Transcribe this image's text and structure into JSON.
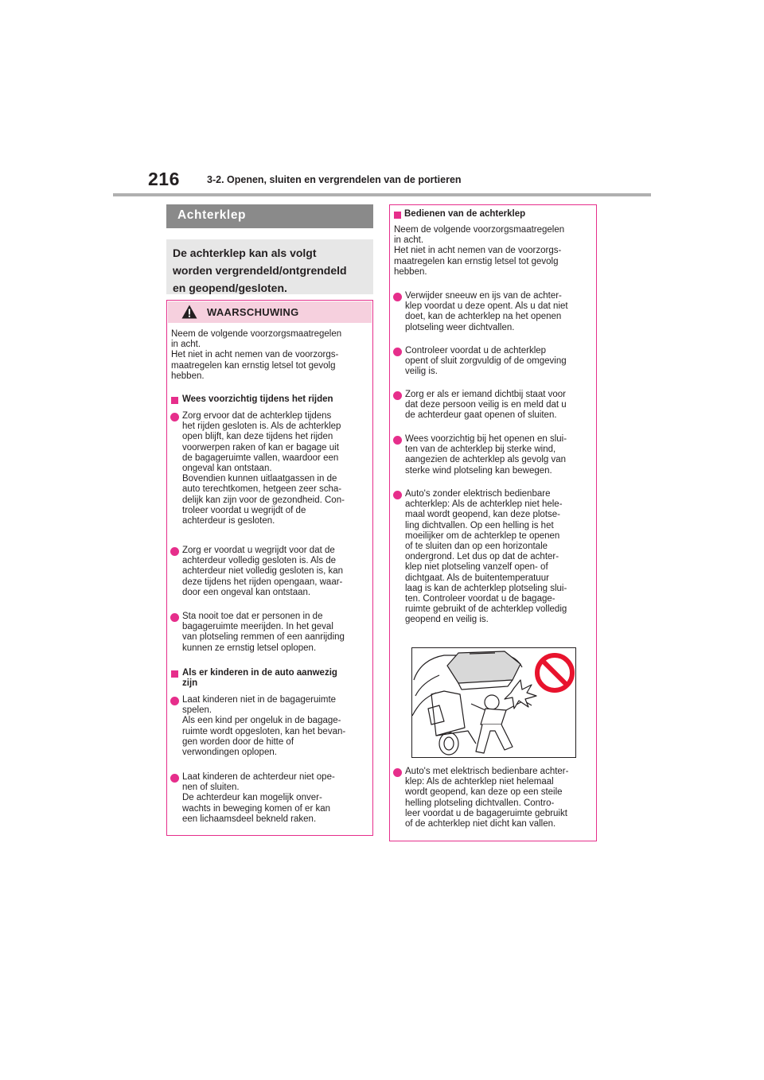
{
  "header": {
    "page_number": "216",
    "chapter": "3-2. Openen, sluiten en vergrendelen van de portieren"
  },
  "section": {
    "title": "Achterklep",
    "intro": "De achterklep kan als volgt\nworden vergrendeld/ontgrendeld\nen geopend/gesloten."
  },
  "warning": {
    "title": "WAARSCHUWING",
    "intro": "Neem de volgende voorzorgsmaatregelen\nin acht.\nHet niet in acht nemen van de voorzorgs-\nmaatregelen kan ernstig letsel tot gevolg\nhebben.",
    "heading1": "Wees voorzichtig tijdens het rijden",
    "bullets1": [
      "Zorg ervoor dat de achterklep tijdens\nhet rijden gesloten is. Als de achterklep\nopen blijft, kan deze tijdens het rijden\nvoorwerpen raken of kan er bagage uit\nde bagageruimte vallen, waardoor een\nongeval kan ontstaan.\nBovendien kunnen uitlaatgassen in de\nauto terechtkomen, hetgeen zeer scha-\ndelijk kan zijn voor de gezondheid. Con-\ntroleer voordat u wegrijdt of de\nachterdeur is gesloten.",
      "Zorg er voordat u wegrijdt voor dat de\nachterdeur volledig gesloten is. Als de\nachterdeur niet volledig gesloten is, kan\ndeze tijdens het rijden opengaan, waar-\ndoor een ongeval kan ontstaan.",
      "Sta nooit toe dat er personen in de\nbagageruimte meerijden. In het geval\nvan plotseling remmen of een aanrijding\nkunnen ze ernstig letsel oplopen."
    ],
    "heading2": "Als er kinderen in de auto aanwezig\nzijn",
    "bullets2": [
      "Laat kinderen niet in de bagageruimte\nspelen.\nAls een kind per ongeluk in de bagage-\nruimte wordt opgesloten, kan het bevan-\ngen worden door de hitte of\nverwondingen oplopen.",
      "Laat kinderen de achterdeur niet ope-\nnen of sluiten.\nDe achterdeur kan mogelijk onver-\nwachts in beweging komen of er kan\neen lichaamsdeel bekneld raken."
    ]
  },
  "operation": {
    "heading": "Bedienen van de achterklep",
    "intro": "Neem de volgende voorzorgsmaatregelen\nin acht.\nHet niet in acht nemen van de voorzorgs-\nmaatregelen kan ernstig letsel tot gevolg\nhebben.",
    "bullets": [
      "Verwijder sneeuw en ijs van de achter-\nklep voordat u deze opent. Als u dat niet\ndoet, kan de achterklep na het openen\nplotseling weer dichtvallen.",
      "Controleer voordat u de achterklep\nopent of sluit zorgvuldig of de omgeving\nveilig is.",
      "Zorg er als er iemand dichtbij staat voor\ndat deze persoon veilig is en meld dat u\nde achterdeur gaat openen of sluiten.",
      "Wees voorzichtig bij het openen en slui-\nten van de achterklep bij sterke wind,\naangezien de achterklep als gevolg van\nsterke wind plotseling kan bewegen.",
      "Auto's zonder elektrisch bedienbare\nachterklep: Als de achterklep niet hele-\nmaal wordt geopend, kan deze plotse-\nling dichtvallen. Op een helling is het\nmoeilijker om de achterklep te openen\nof te sluiten dan op een horizontale\nondergrond. Let dus op dat de achter-\nklep niet plotseling vanzelf open- of\ndichtgaat. Als de buitentemperatuur\nlaag is kan de achterklep plotseling slui-\nten. Controleer voordat u de bagage-\nruimte gebruikt of de achterklep volledig\ngeopend en veilig is.",
      "Auto's met elektrisch bedienbare achter-\nklep: Als de achterklep niet helemaal\nwordt geopend, kan deze op een steile\nhelling plotseling dichtvallen. Contro-\nleer voordat u de bagageruimte gebruikt\nof de achterklep niet dicht kan vallen."
    ]
  },
  "colors": {
    "accent": "#e62e8b",
    "banner": "#8a8a8a",
    "intro_bg": "#e7e7e7",
    "warning_header_bg": "#f6d0de",
    "prohibited": "#e8132d"
  },
  "icons": [
    "warning-triangle-icon",
    "prohibited-icon"
  ]
}
